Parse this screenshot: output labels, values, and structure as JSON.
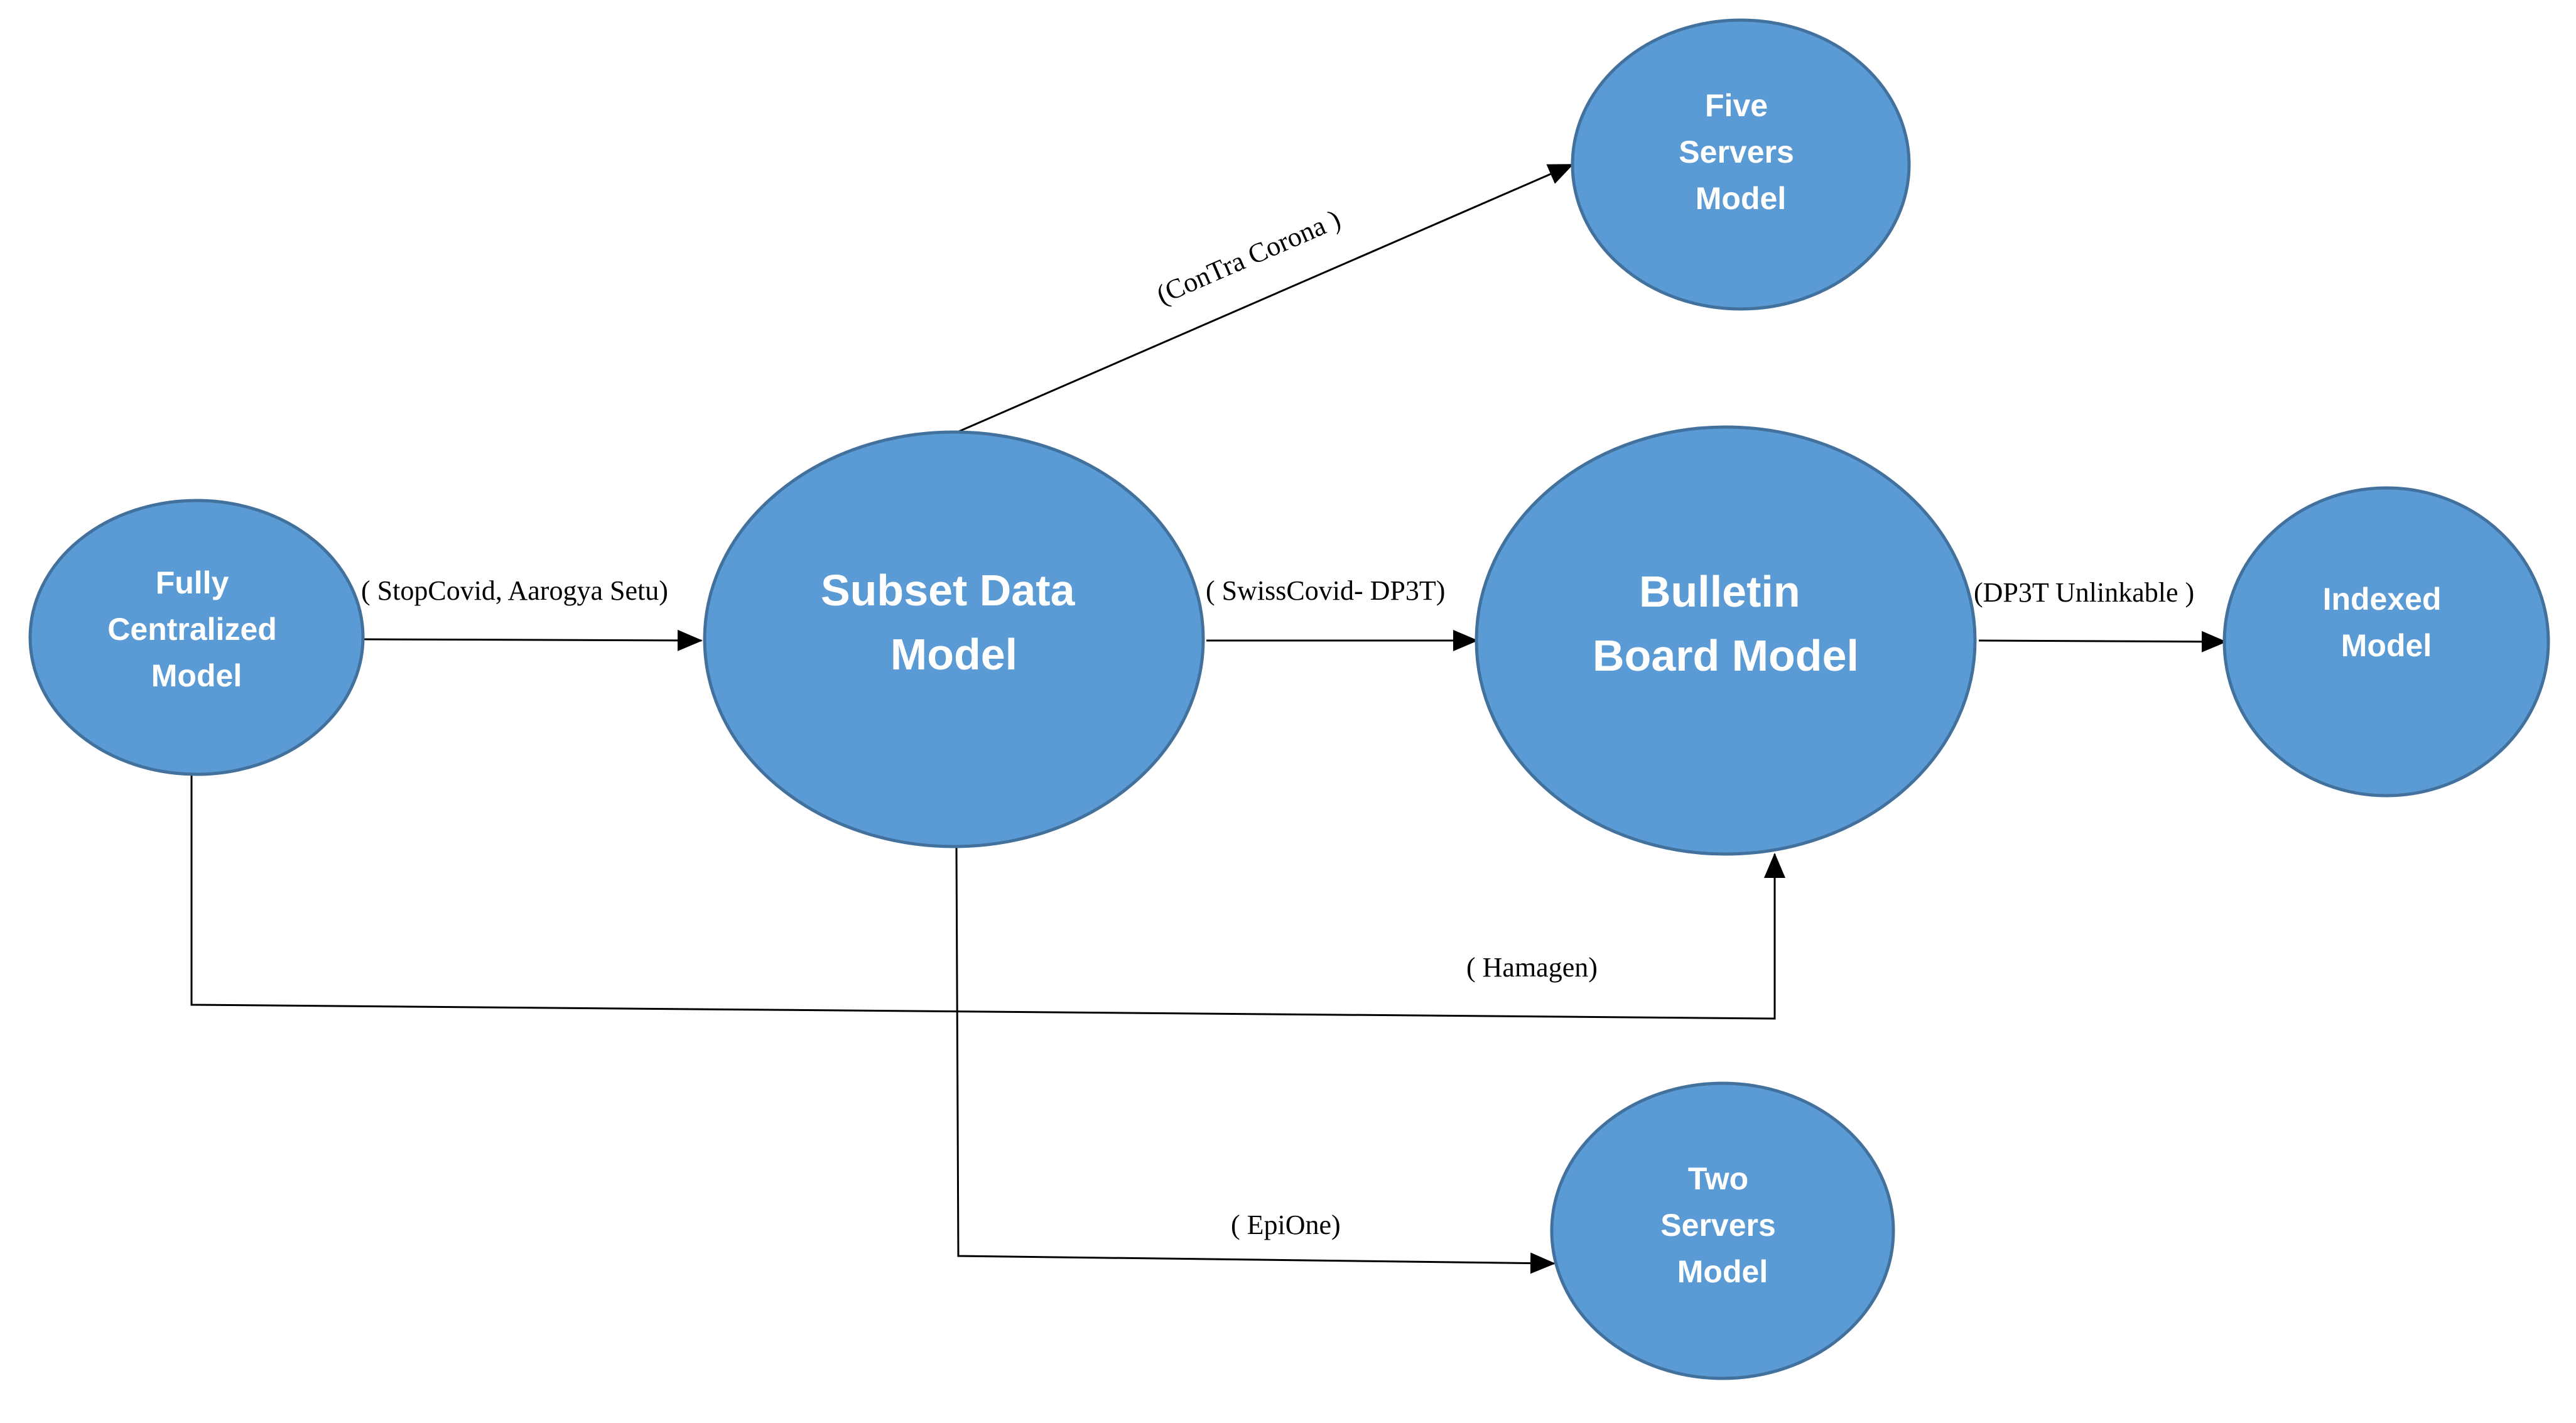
{
  "colors": {
    "node_fill": "#5b9bd5",
    "node_stroke": "#41719c",
    "edge": "#000000",
    "label_text": "#000000",
    "node_text": "#ffffff"
  },
  "nodes": {
    "fully_centralized": {
      "lines": [
        "Fully",
        "Centralized",
        "Model"
      ]
    },
    "subset_data": {
      "lines": [
        "Subset Data",
        "Model"
      ]
    },
    "bulletin_board": {
      "lines": [
        "Bulletin",
        "Board Model"
      ]
    },
    "indexed": {
      "lines": [
        "Indexed",
        "Model"
      ]
    },
    "five_servers": {
      "lines": [
        "Five",
        "Servers",
        "Model"
      ]
    },
    "two_servers": {
      "lines": [
        "Two",
        "Servers",
        "Model"
      ]
    }
  },
  "edges": {
    "stopcovid": {
      "from": "Fully Centralized Model",
      "to": "Subset Data Model",
      "label": "( StopCovid, Aarogya Setu)"
    },
    "contra": {
      "from": "Subset Data Model",
      "to": "Five Servers Model",
      "label": "(ConTra Corona )"
    },
    "swisscovid": {
      "from": "Subset Data Model",
      "to": "Bulletin Board Model",
      "label": "( SwissCovid- DP3T)"
    },
    "dp3t_unlinkable": {
      "from": "Bulletin Board Model",
      "to": "Indexed Model",
      "label": "(DP3T Unlinkable )"
    },
    "hamagen": {
      "from": "Fully Centralized Model",
      "to": "Bulletin Board Model",
      "label": "( Hamagen)"
    },
    "epione": {
      "from": "Subset Data Model",
      "to": "Two Servers Model",
      "label": "( EpiOne)"
    }
  }
}
